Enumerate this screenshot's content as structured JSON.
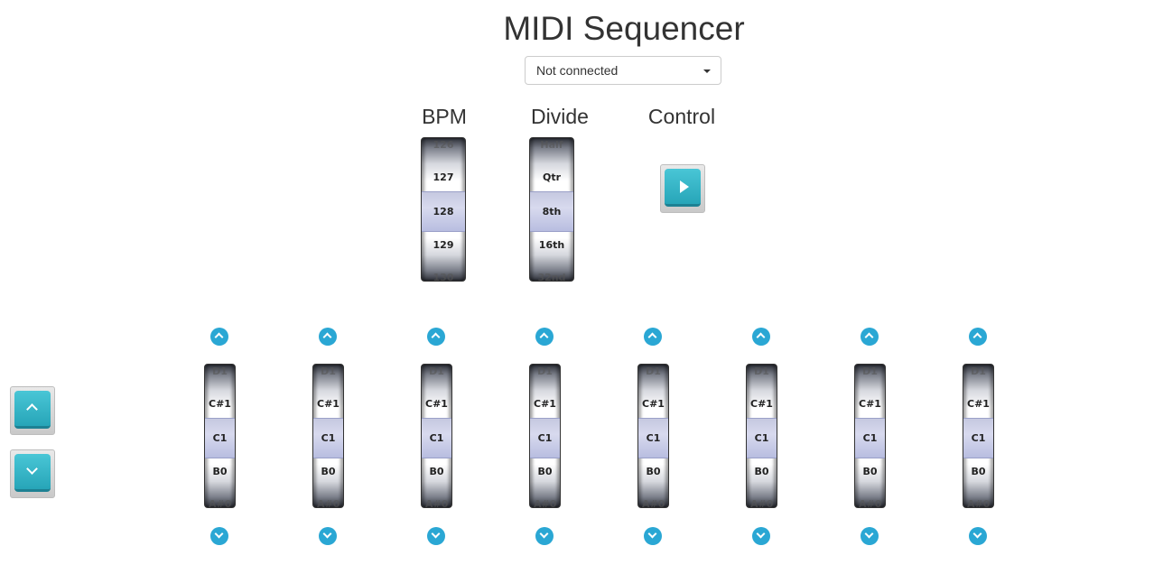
{
  "title": "MIDI Sequencer",
  "device_select": {
    "value": "Not connected"
  },
  "bpm": {
    "label": "BPM",
    "values": [
      "126",
      "127",
      "128",
      "129",
      "130"
    ]
  },
  "divide": {
    "label": "Divide",
    "values": [
      "Half",
      "Qtr",
      "8th",
      "16th",
      "32nd"
    ]
  },
  "control": {
    "label": "Control",
    "play_icon": "play-icon"
  },
  "octave_buttons": {
    "up_icon": "chevron-up-icon",
    "down_icon": "chevron-down-icon"
  },
  "notes": [
    {
      "values": [
        "D1",
        "C#1",
        "C1",
        "B0",
        "A#0"
      ]
    },
    {
      "values": [
        "D1",
        "C#1",
        "C1",
        "B0",
        "A#0"
      ]
    },
    {
      "values": [
        "D1",
        "C#1",
        "C1",
        "B0",
        "A#0"
      ]
    },
    {
      "values": [
        "D1",
        "C#1",
        "C1",
        "B0",
        "A#0"
      ]
    },
    {
      "values": [
        "D1",
        "C#1",
        "C1",
        "B0",
        "A#0"
      ]
    },
    {
      "values": [
        "D1",
        "C#1",
        "C1",
        "B0",
        "A#0"
      ]
    },
    {
      "values": [
        "D1",
        "C#1",
        "C1",
        "B0",
        "A#0"
      ]
    },
    {
      "values": [
        "D1",
        "C#1",
        "C1",
        "B0",
        "A#0"
      ]
    }
  ],
  "colors": {
    "accent": "#2aa7d4",
    "button": "#2ab0c3",
    "selected_row": "#cfd2ea"
  }
}
